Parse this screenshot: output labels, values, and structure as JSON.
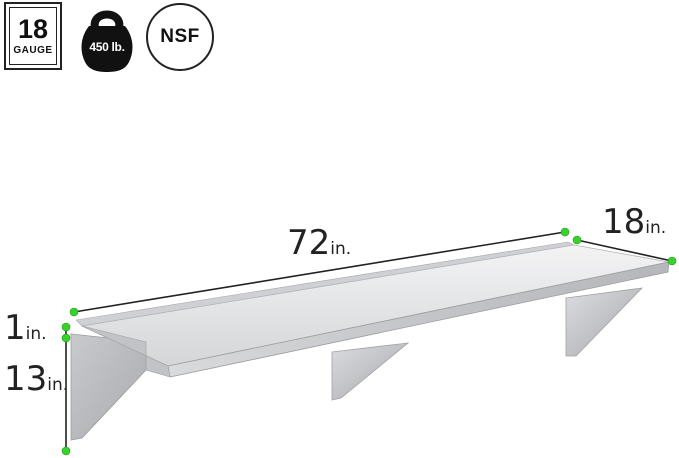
{
  "badges": {
    "gauge": {
      "number": "18",
      "label": "GAUGE"
    },
    "weight": {
      "value": "450 lb.",
      "icon": "kettlebell-icon"
    },
    "certification": {
      "text": "NSF"
    }
  },
  "dimensions": {
    "length": {
      "value": "72",
      "unit": "in."
    },
    "depth": {
      "value": "18",
      "unit": "in."
    },
    "lip": {
      "value": "1",
      "unit": "in."
    },
    "height": {
      "value": "13",
      "unit": "in."
    }
  },
  "colors": {
    "marker": "#39d12c",
    "dimension_line": "#222222",
    "steel_light": "#eeeeef",
    "steel_dark": "#a9aaad",
    "badge": "#111111"
  }
}
